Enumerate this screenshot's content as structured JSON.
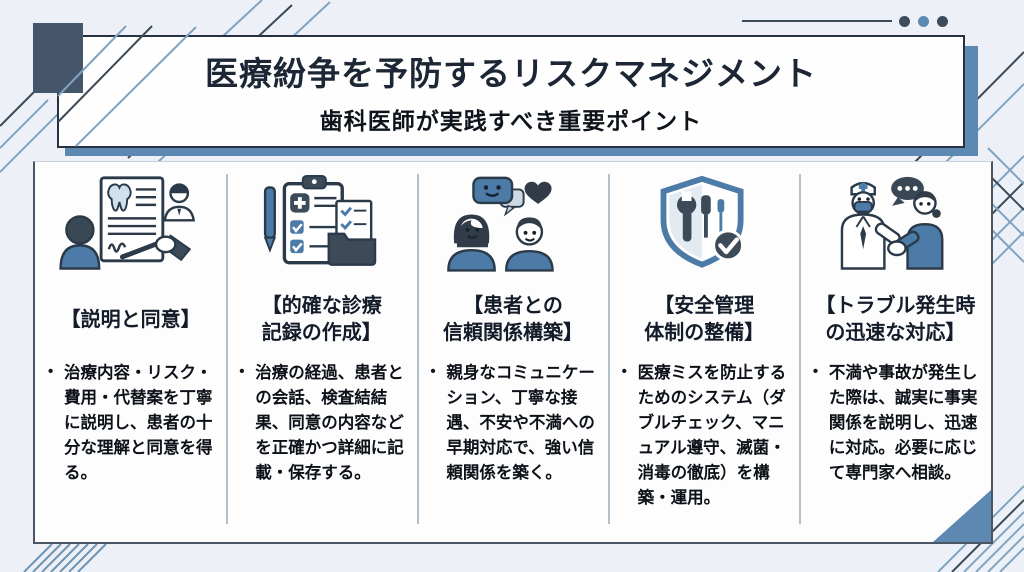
{
  "header": {
    "title": "医療紛争を予防するリスクマネジメント",
    "subtitle": "歯科医師が実践すべき重要ポイント"
  },
  "bullet_marker": "•",
  "palette": {
    "background": "#edf1f7",
    "accent_blue": "#5d88b2",
    "steel_blue": "#4c7ba8",
    "dark_slate": "#46566a",
    "ink": "#1d2634",
    "header_dots": [
      "#3e4c5a",
      "#5d88b2",
      "#3e4c5a"
    ]
  },
  "columns": [
    {
      "icon": "consent-signing-icon",
      "heading_lines": [
        "【説明と同意】"
      ],
      "bullet": "治療内容・リスク・費用・代替案を丁寧に説明し、患者の十分な理解と同意を得る。"
    },
    {
      "icon": "medical-records-icon",
      "heading_lines": [
        "【的確な診療",
        "記録の作成】"
      ],
      "bullet": "治療の経過、患者との会話、検査結結果、同意の内容などを正確かつ詳細に記載・保存する。"
    },
    {
      "icon": "patient-trust-icon",
      "heading_lines": [
        "【患者との",
        "信頼関係構築】"
      ],
      "bullet": "親身なコミュニケーション、丁寧な接遇、不安や不満への早期対応で、強い信頼関係を築く。"
    },
    {
      "icon": "safety-shield-icon",
      "heading_lines": [
        "【安全管理",
        "体制の整備】"
      ],
      "bullet": "医療ミスを防止するためのシステム（ダブルチェック、マニュアル遵守、滅菌・消毒の徹底）を構築・運用。"
    },
    {
      "icon": "handshake-response-icon",
      "heading_lines": [
        "【トラブル発生時",
        "の迅速な対応】"
      ],
      "bullet": "不満や事故が発生した際は、誠実に事実関係を説明し、迅速に対応。必要に応じて専門家へ相談。"
    }
  ]
}
